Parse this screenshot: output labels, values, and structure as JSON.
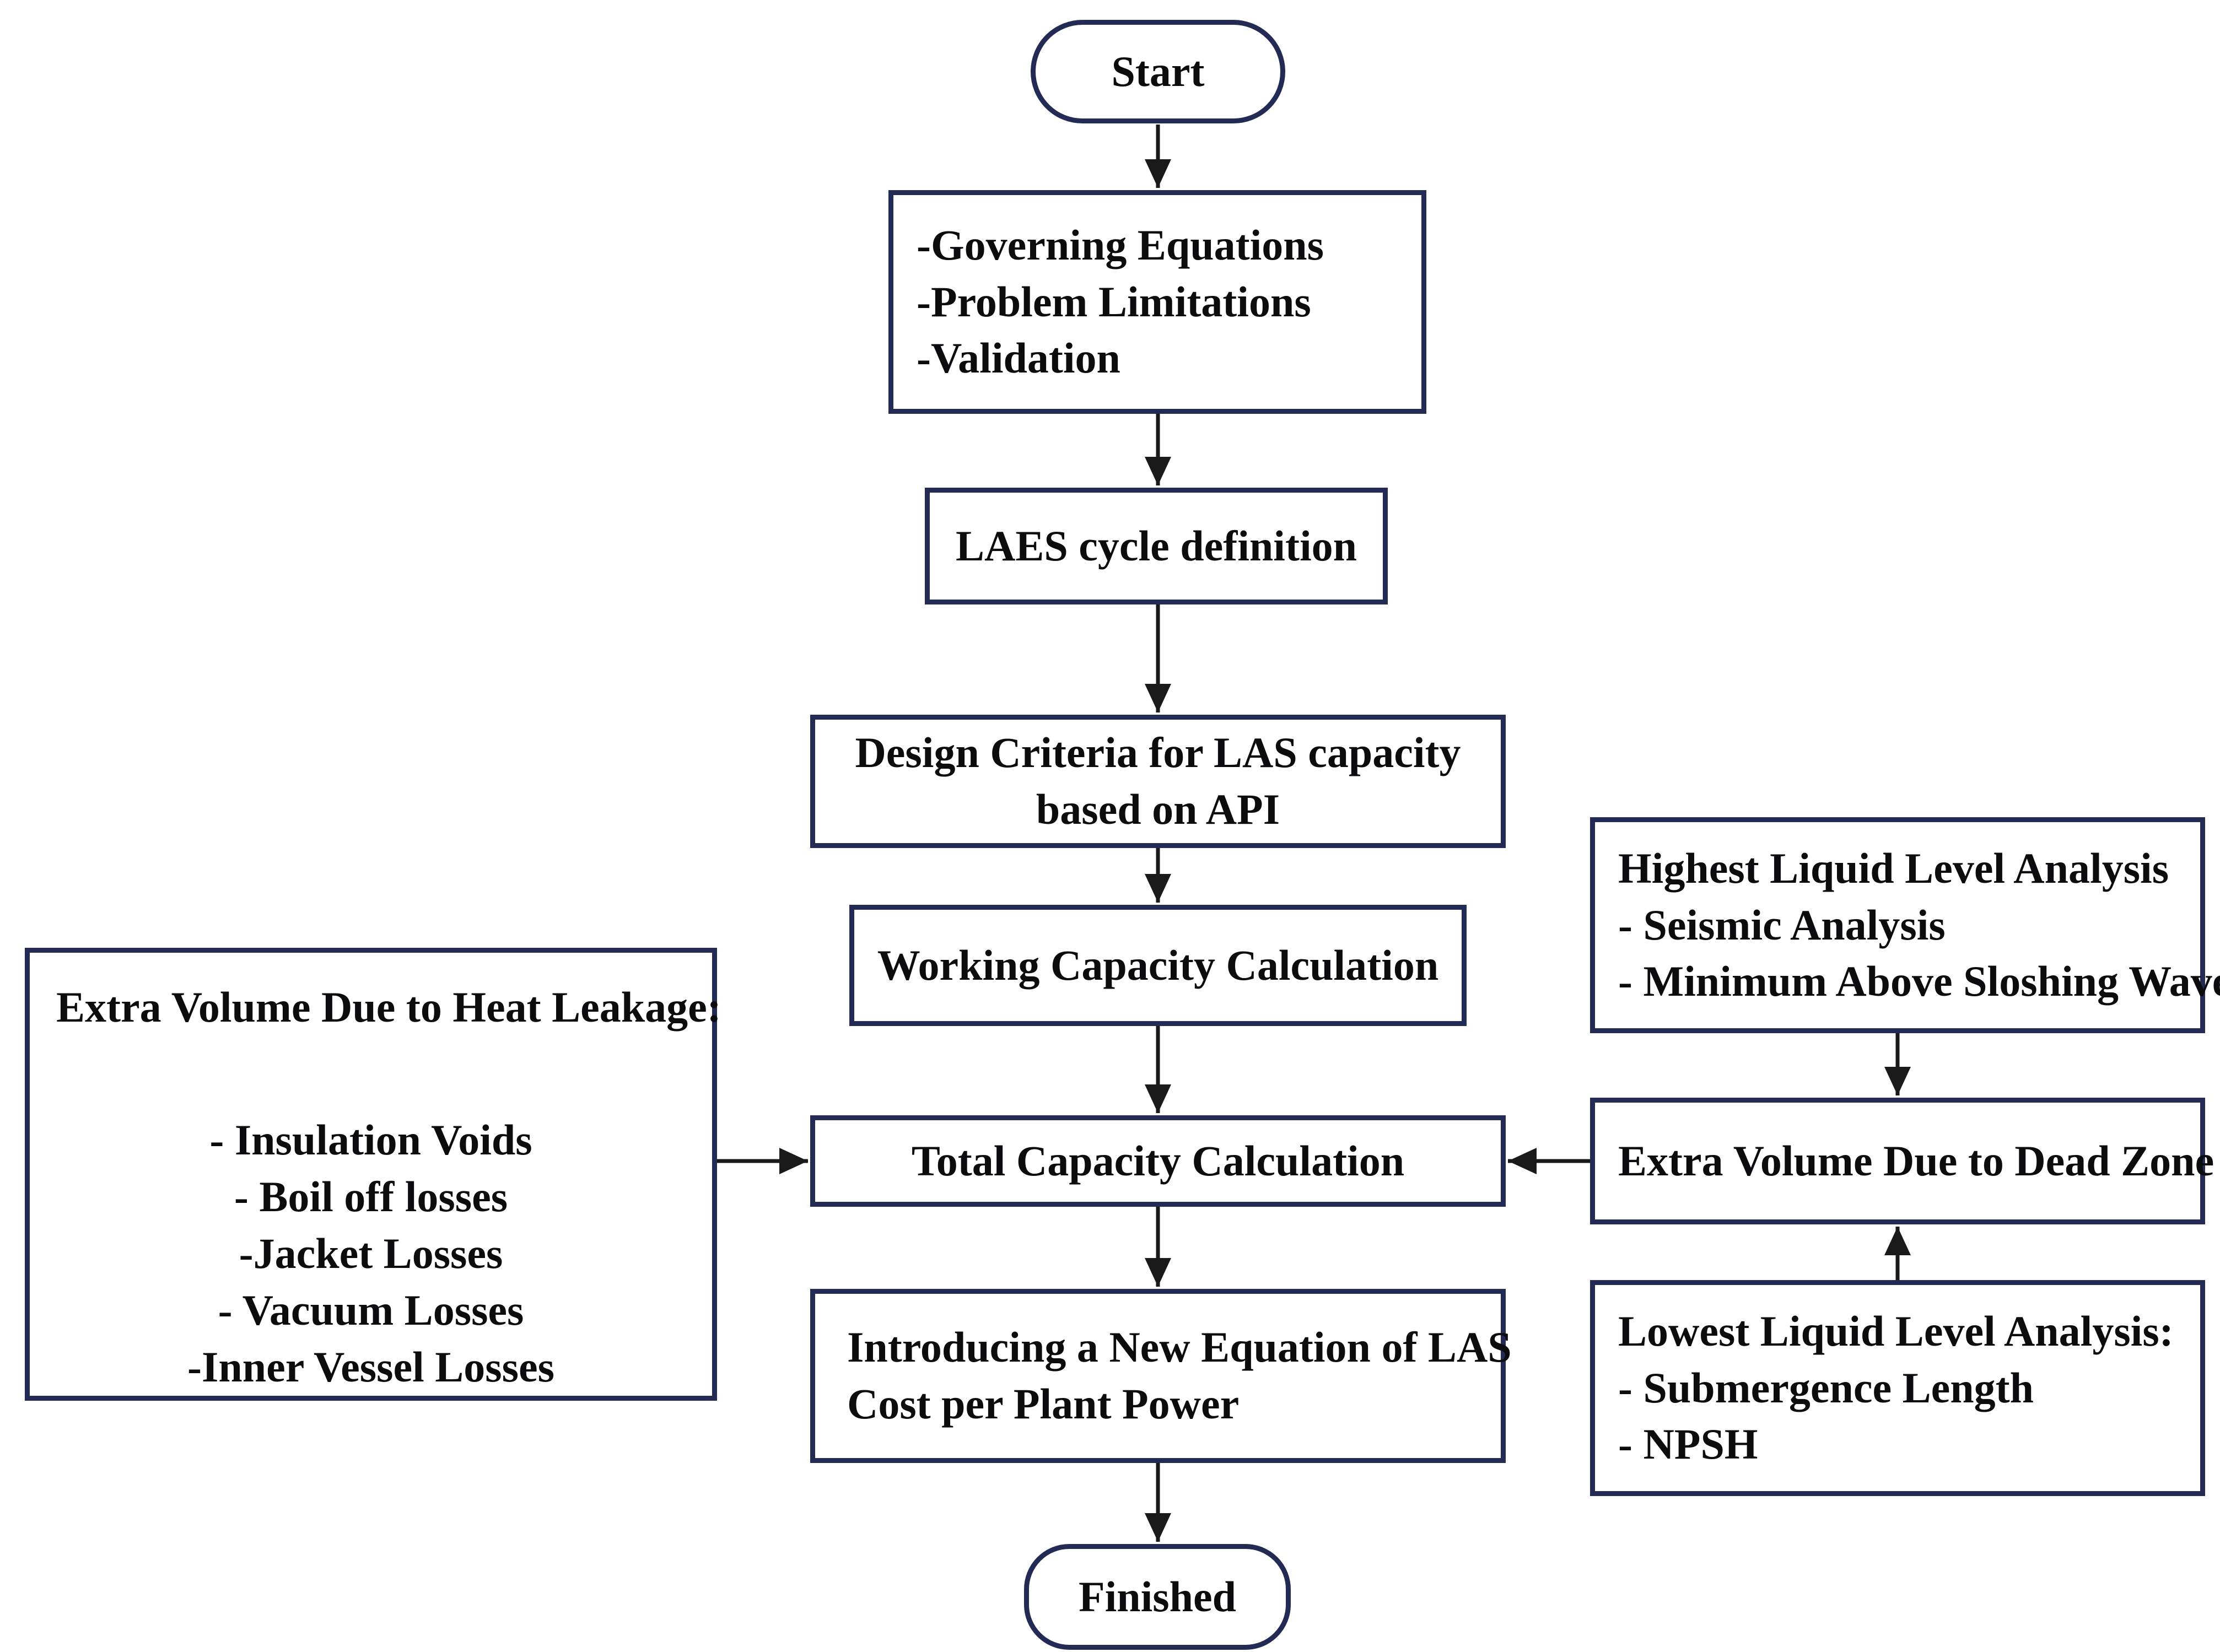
{
  "nodes": {
    "start": {
      "label": "Start"
    },
    "governing": {
      "lines": [
        "-Governing Equations",
        "-Problem Limitations",
        "-Validation"
      ]
    },
    "laes": {
      "label": "LAES cycle definition"
    },
    "design": {
      "lines": [
        "Design Criteria for LAS capacity",
        "based on API"
      ]
    },
    "working": {
      "label": "Working Capacity Calculation"
    },
    "heat_leakage": {
      "title": "Extra Volume Due to Heat Leakage:",
      "items": [
        "- Insulation Voids",
        "- Boil off losses",
        "-Jacket Losses",
        "- Vacuum Losses",
        "-Inner Vessel Losses"
      ]
    },
    "total": {
      "label": "Total Capacity Calculation"
    },
    "highest": {
      "lines": [
        "Highest Liquid Level Analysis",
        "- Seismic Analysis",
        "- Minimum Above Sloshing Wave"
      ]
    },
    "dead_zone": {
      "label": "Extra Volume Due to Dead Zone"
    },
    "lowest": {
      "lines": [
        "Lowest Liquid Level Analysis:",
        "- Submergence Length",
        "- NPSH"
      ]
    },
    "equation": {
      "lines": [
        "Introducing a New Equation of LAS",
        "Cost per Plant Power"
      ]
    },
    "finished": {
      "label": "Finished"
    }
  },
  "colors": {
    "border": "#232b55",
    "text": "#0c0c0e",
    "arrow": "#1a1a1a",
    "background": "#ffffff"
  }
}
